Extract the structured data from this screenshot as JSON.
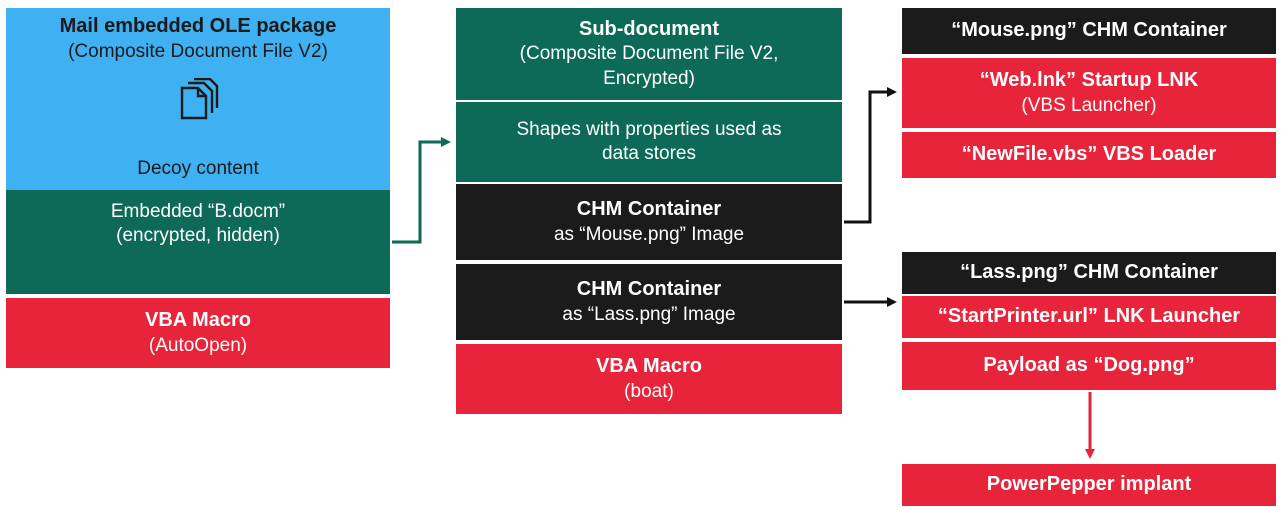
{
  "left": {
    "package_title": "Mail embedded OLE package",
    "package_subtitle": "(Composite Document File V2)",
    "decoy": "Decoy content",
    "embedded_line1": "Embedded “B.docm”",
    "embedded_line2": "(encrypted, hidden)",
    "macro_title": "VBA Macro",
    "macro_subtitle": "(AutoOpen)"
  },
  "middle": {
    "subdoc_title": "Sub-document",
    "subdoc_subtitle1": "(Composite Document File V2,",
    "subdoc_subtitle2": "Encrypted)",
    "shapes_line1": "Shapes with properties used as",
    "shapes_line2": "data stores",
    "chm_mouse_title": "CHM Container",
    "chm_mouse_subtitle": "as “Mouse.png” Image",
    "chm_lass_title": "CHM Container",
    "chm_lass_subtitle": "as “Lass.png” Image",
    "macro_title": "VBA Macro",
    "macro_subtitle": "(boat)"
  },
  "right_top": {
    "container": "“Mouse.png” CHM Container",
    "startup_title": "“Web.lnk” Startup LNK",
    "startup_subtitle": "(VBS Launcher)",
    "loader": "“NewFile.vbs” VBS Loader"
  },
  "right_bottom": {
    "container": "“Lass.png” CHM Container",
    "launcher": "“StartPrinter.url” LNK Launcher",
    "payload": "Payload as “Dog.png”",
    "implant": "PowerPepper implant"
  },
  "colors": {
    "blue": "#3fb0f2",
    "green": "#0c6a57",
    "black": "#1b1b1b",
    "red": "#e8243a",
    "connector_green": "#0c6a57",
    "connector_black": "#111111",
    "connector_red": "#e8243a"
  },
  "icons": [
    "documents-icon"
  ]
}
